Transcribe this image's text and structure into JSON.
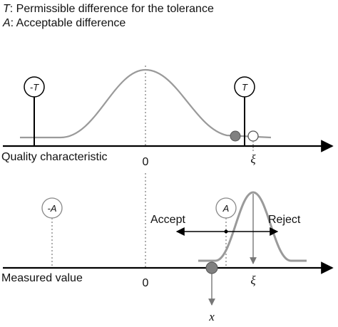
{
  "legend": {
    "t_symbol": "T",
    "t_text": ": Permissible difference for the tolerance",
    "a_symbol": "A",
    "a_text": ": Acceptable difference"
  },
  "top_panel": {
    "axis_label": "Quality characteristic",
    "zero_label": "0",
    "xi_label": "ξ",
    "neg_marker": "-T",
    "pos_marker": "T"
  },
  "bottom_panel": {
    "axis_label": "Measured value",
    "zero_label": "0",
    "xi_label": "ξ",
    "x_label": "x",
    "neg_marker": "-A",
    "pos_marker": "A",
    "accept_label": "Accept",
    "reject_label": "Reject"
  },
  "colors": {
    "curve": "#9a9a9a",
    "axis": "#000000",
    "filled_point": "#808080",
    "dotted": "#999999"
  }
}
